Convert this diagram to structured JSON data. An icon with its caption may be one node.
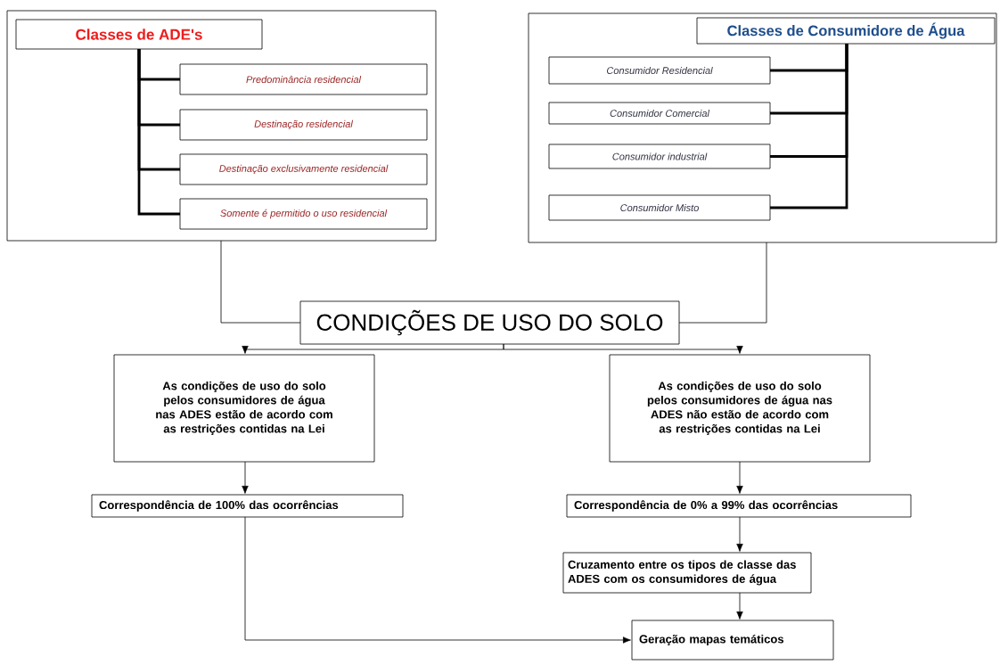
{
  "diagram": {
    "nodes": [
      {
        "text": [],
        "shape": "box"
      },
      {
        "text": [
          "Classes de ADE's"
        ],
        "in": 0
      },
      {
        "text": [
          "Predominância residencial"
        ],
        "in": 0
      },
      {
        "text": [
          "Destinação residencial"
        ],
        "in": 0
      },
      {
        "text": [
          "Destinação exclusivamente residencial"
        ],
        "in": 0
      },
      {
        "text": [
          "Somente é permitido o uso residencial"
        ],
        "in": 0
      },
      {
        "text": [],
        "shape": "box"
      },
      {
        "text": [
          "Classes de Consumidore de Água"
        ],
        "in": 6
      },
      {
        "text": [
          "Consumidor Residencial"
        ],
        "in": 6
      },
      {
        "text": [
          "Consumidor Comercial"
        ],
        "in": 6
      },
      {
        "text": [
          "Consumidor industrial"
        ],
        "in": 6
      },
      {
        "text": [
          "Consumidor Misto"
        ],
        "in": 6
      },
      {
        "text": [
          "CONDIÇÕES DE USO DO SOLO"
        ]
      },
      {
        "text": [
          "As condições de uso do solo pelos consumidores de água nas ADES estão de acordo com as restrições contidas na Lei"
        ]
      },
      {
        "text": [
          "As condições de uso do solo pelos consumidores de água nas ADES não estão de acordo com as restrições contidas na Lei"
        ]
      },
      {
        "text": [
          "Correspondência de 100% das ocorrências"
        ]
      },
      {
        "text": [
          "Correspondência de 0% a 99% das ocorrências"
        ]
      },
      {
        "text": [
          "Cruzamento entre os tipos de classe das ADES com os consumidores de água"
        ]
      },
      {
        "text": [
          "Geração mapas temáticos"
        ]
      }
    ],
    "edges": [
      {
        "from": 1,
        "to": 2,
        "arrow": "none",
        "style": "thick"
      },
      {
        "from": 1,
        "to": 3,
        "arrow": "none",
        "style": "thick"
      },
      {
        "from": 1,
        "to": 4,
        "arrow": "none",
        "style": "thick"
      },
      {
        "from": 1,
        "to": 5,
        "arrow": "none",
        "style": "thick"
      },
      {
        "from": 7,
        "to": 8,
        "arrow": "none",
        "style": "thick"
      },
      {
        "from": 7,
        "to": 9,
        "arrow": "none",
        "style": "thick"
      },
      {
        "from": 7,
        "to": 10,
        "arrow": "none",
        "style": "thick"
      },
      {
        "from": 7,
        "to": 11,
        "arrow": "none",
        "style": "thick"
      },
      {
        "from": 0,
        "to": 12,
        "arrow": "none"
      },
      {
        "from": 6,
        "to": 12,
        "arrow": "none"
      },
      {
        "from": 12,
        "to": 13,
        "arrow": "to"
      },
      {
        "from": 12,
        "to": 14,
        "arrow": "to"
      },
      {
        "from": 13,
        "to": 15,
        "arrow": "to"
      },
      {
        "from": 14,
        "to": 16,
        "arrow": "to"
      },
      {
        "from": 16,
        "to": 17,
        "arrow": "to"
      },
      {
        "from": 17,
        "to": 18,
        "arrow": "to"
      },
      {
        "from": 15,
        "to": 18,
        "arrow": "to"
      }
    ]
  }
}
